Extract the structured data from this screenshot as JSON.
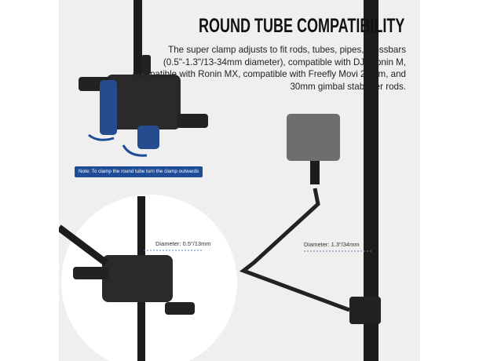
{
  "title": "ROUND TUBE COMPATIBILITY",
  "description": "The super clamp adjusts to fit rods, tubes, pipes, crossbars (0.5\"-1.3\"/13-34mm diameter), compatible with DJI Ronin M, compatible with Ronin MX, compatible with Freefly Movi 25mm, and 30mm gimbal stabilizer rods.",
  "note": "Note: To clamp the round tube turn the clamp outwards",
  "diameter_small": "Diameter: 0.5\"/13mm",
  "diameter_large": "Diameter: 1.3\"/34mm",
  "colors": {
    "accent": "#1f4c96",
    "background": "#efefef"
  }
}
